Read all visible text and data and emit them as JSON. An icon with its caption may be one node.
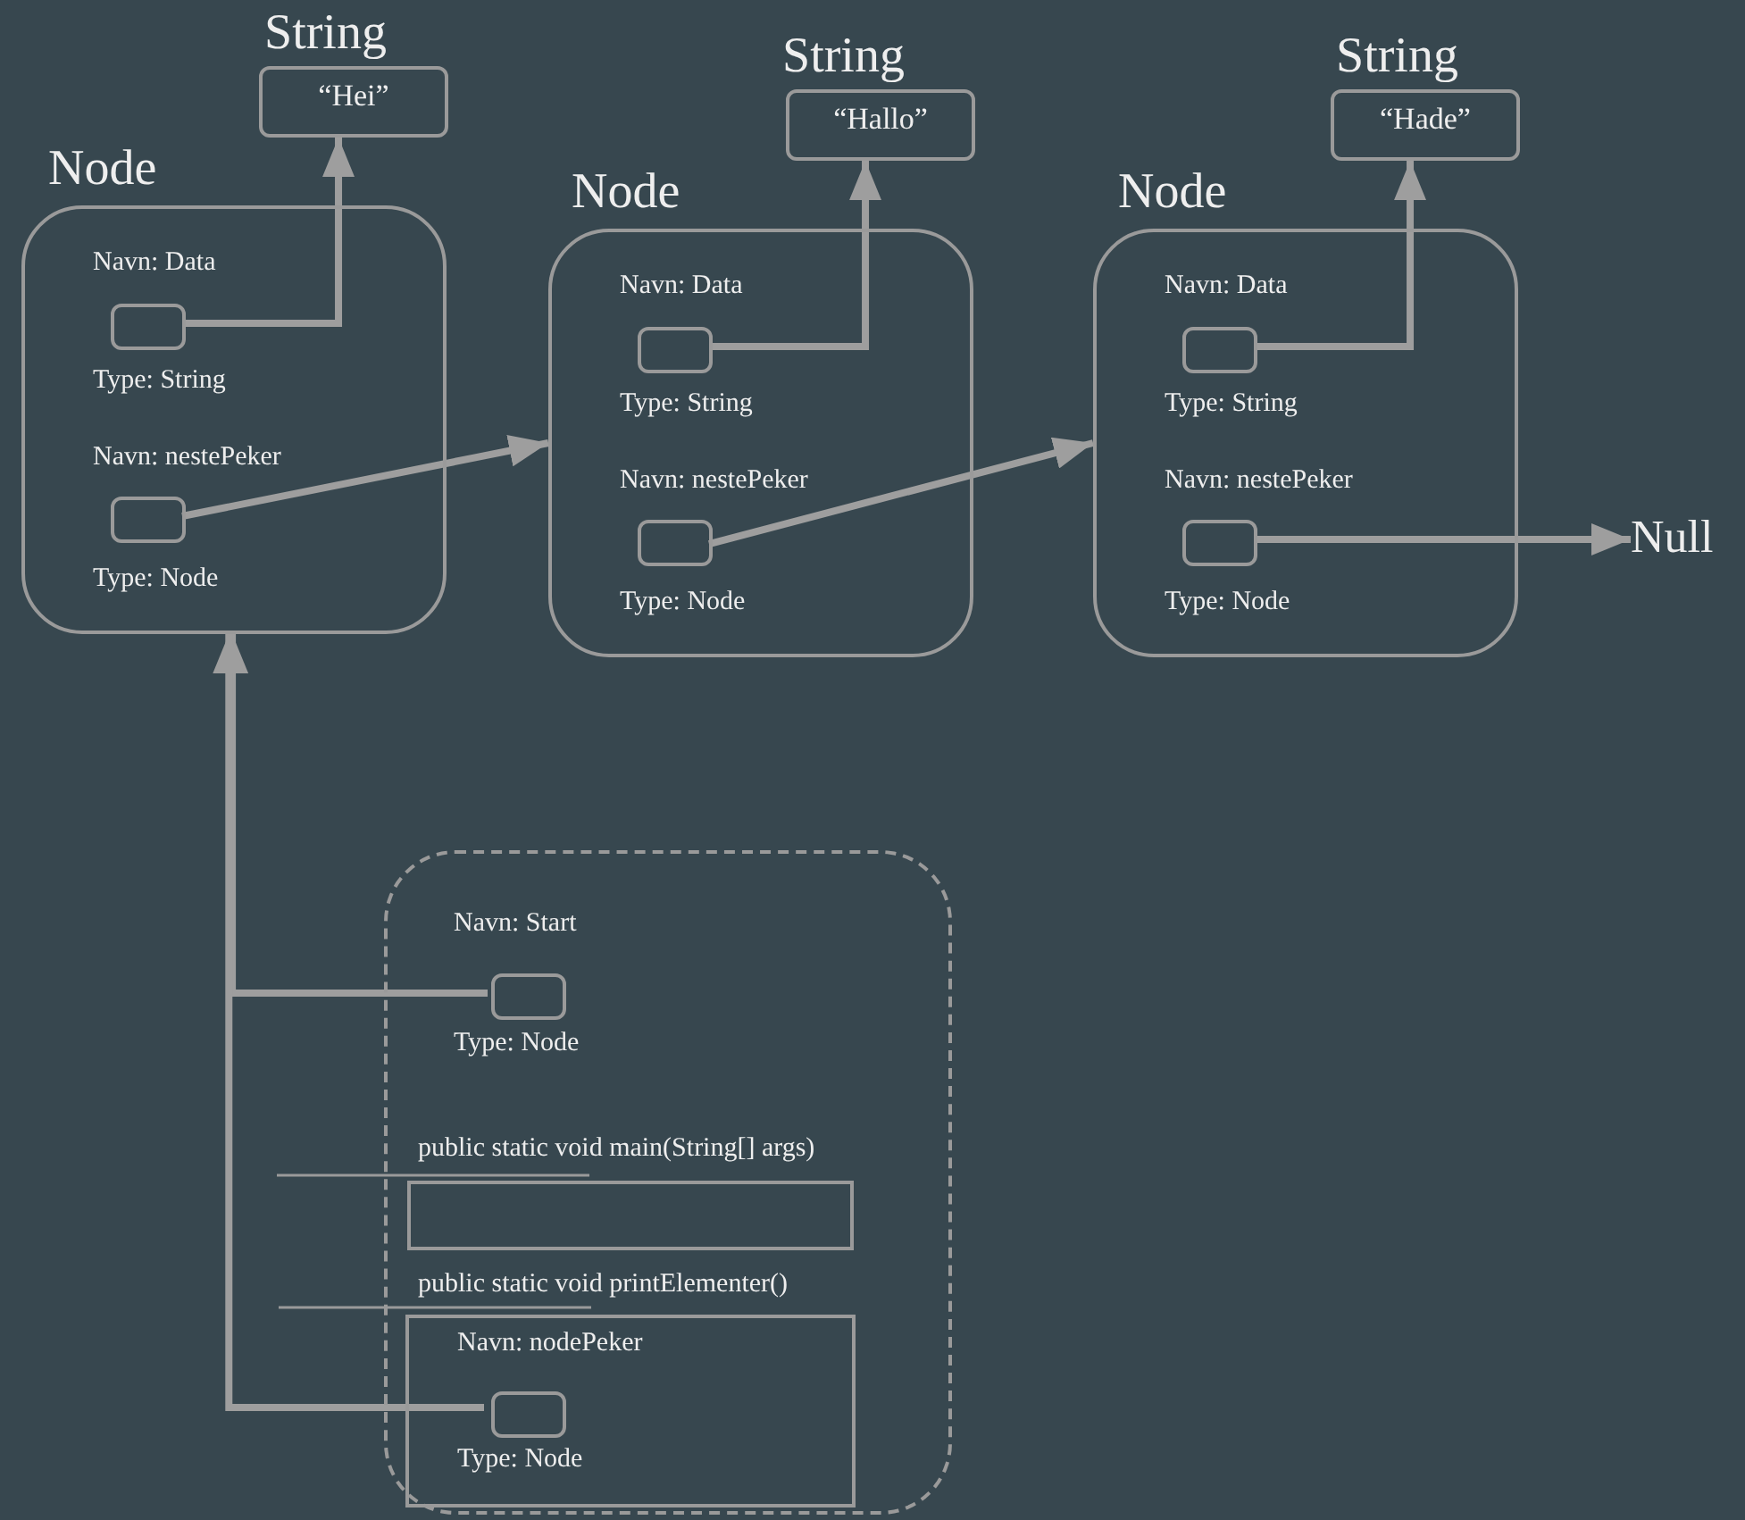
{
  "diagram": {
    "nodes": [
      {
        "text": [
          "String",
          "“Hei”"
        ]
      },
      {
        "text": [
          "String",
          "“Hallo”"
        ]
      },
      {
        "text": [
          "String",
          "“Hade”"
        ]
      },
      {
        "text": [
          "Node",
          "Navn: Data",
          "Type: String",
          "Navn: nestePeker",
          "Type: Node"
        ]
      },
      {
        "text": [],
        "shape": "box",
        "in": 3
      },
      {
        "text": [],
        "shape": "box",
        "in": 3
      },
      {
        "text": [
          "Node",
          "Navn: Data",
          "Type: String",
          "Navn: nestePeker",
          "Type: Node"
        ]
      },
      {
        "text": [],
        "shape": "box",
        "in": 6
      },
      {
        "text": [],
        "shape": "box",
        "in": 6
      },
      {
        "text": [
          "Node",
          "Navn: Data",
          "Type: String",
          "Navn: nestePeker",
          "Type: Node"
        ]
      },
      {
        "text": [],
        "shape": "box",
        "in": 9
      },
      {
        "text": [],
        "shape": "box",
        "in": 9
      },
      {
        "text": [
          "Null"
        ]
      },
      {
        "text": [
          "Navn: Start",
          "Type: Node"
        ]
      },
      {
        "text": [],
        "shape": "box",
        "in": 13
      },
      {
        "text": [
          "public static void main(String[] args)"
        ],
        "in": 13
      },
      {
        "text": [
          "public static void printElementer()",
          "Navn: nodePeker",
          "Type: Node"
        ],
        "in": 13
      },
      {
        "text": [],
        "shape": "box",
        "in": 16
      }
    ],
    "edges": [
      {
        "from": 4,
        "to": 0,
        "arrow": "to"
      },
      {
        "from": 5,
        "to": 6,
        "arrow": "to"
      },
      {
        "from": 7,
        "to": 1,
        "arrow": "to"
      },
      {
        "from": 8,
        "to": 9,
        "arrow": "to"
      },
      {
        "from": 10,
        "to": 2,
        "arrow": "to"
      },
      {
        "from": 11,
        "to": 12,
        "arrow": "to"
      },
      {
        "from": 14,
        "to": 3,
        "arrow": "to"
      },
      {
        "from": 17,
        "to": 3,
        "arrow": "to"
      }
    ]
  }
}
